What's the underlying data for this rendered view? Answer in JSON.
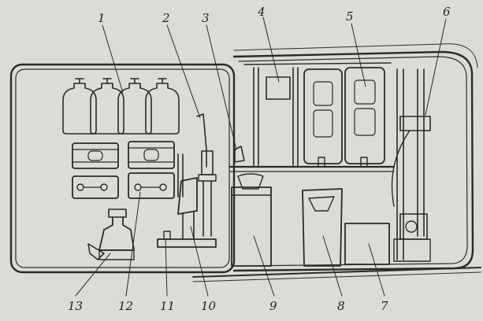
{
  "figure": {
    "labels": {
      "l1": "1",
      "l2": "2",
      "l3": "3",
      "l4": "4",
      "l5": "5",
      "l6": "6",
      "l7": "7",
      "l8": "8",
      "l9": "9",
      "l10": "10",
      "l11": "11",
      "l12": "12",
      "l13": "13"
    }
  }
}
